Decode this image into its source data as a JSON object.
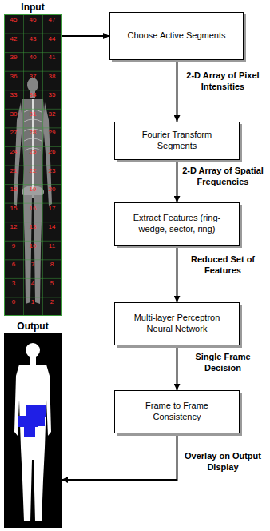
{
  "diagram": {
    "nodes": [
      {
        "text": [
          "Input"
        ]
      },
      {
        "text": [
          "Choose Active Segments"
        ]
      },
      {
        "text": [
          "Fourier Transform Segments"
        ]
      },
      {
        "text": [
          "Extract Features (ring-wedge, sector, ring)"
        ]
      },
      {
        "text": [
          "Multi-layer Perceptron Neural Network"
        ]
      },
      {
        "text": [
          "Frame to Frame Consistency"
        ]
      },
      {
        "text": [
          "Output"
        ]
      }
    ],
    "edges": [
      {
        "from": 0,
        "to": 1,
        "arrow": "to"
      },
      {
        "from": 1,
        "to": 2,
        "arrow": "to",
        "label": "2-D Array of Pixel Intensities"
      },
      {
        "from": 2,
        "to": 3,
        "arrow": "to",
        "label": "2-D Array of Spatial Frequencies"
      },
      {
        "from": 3,
        "to": 4,
        "arrow": "to",
        "label": "Reduced Set of Features"
      },
      {
        "from": 4,
        "to": 5,
        "arrow": "to",
        "label": "Single Frame Decision"
      },
      {
        "from": 5,
        "to": 6,
        "arrow": "to",
        "label": "Overlay on Output Display"
      }
    ],
    "labels": [
      "45",
      "46",
      "47",
      "42",
      "43",
      "44",
      "39",
      "40",
      "41",
      "36",
      "37",
      "38",
      "33",
      "34",
      "35",
      "30",
      "31",
      "32",
      "27",
      "28",
      "29",
      "24",
      "25",
      "26",
      "21",
      "22",
      "23",
      "18",
      "19",
      "20",
      "15",
      "16",
      "17",
      "12",
      "13",
      "14",
      "9",
      "10",
      "11",
      "6",
      "7",
      "8",
      "3",
      "4",
      "5",
      "0",
      "1",
      "2"
    ]
  }
}
